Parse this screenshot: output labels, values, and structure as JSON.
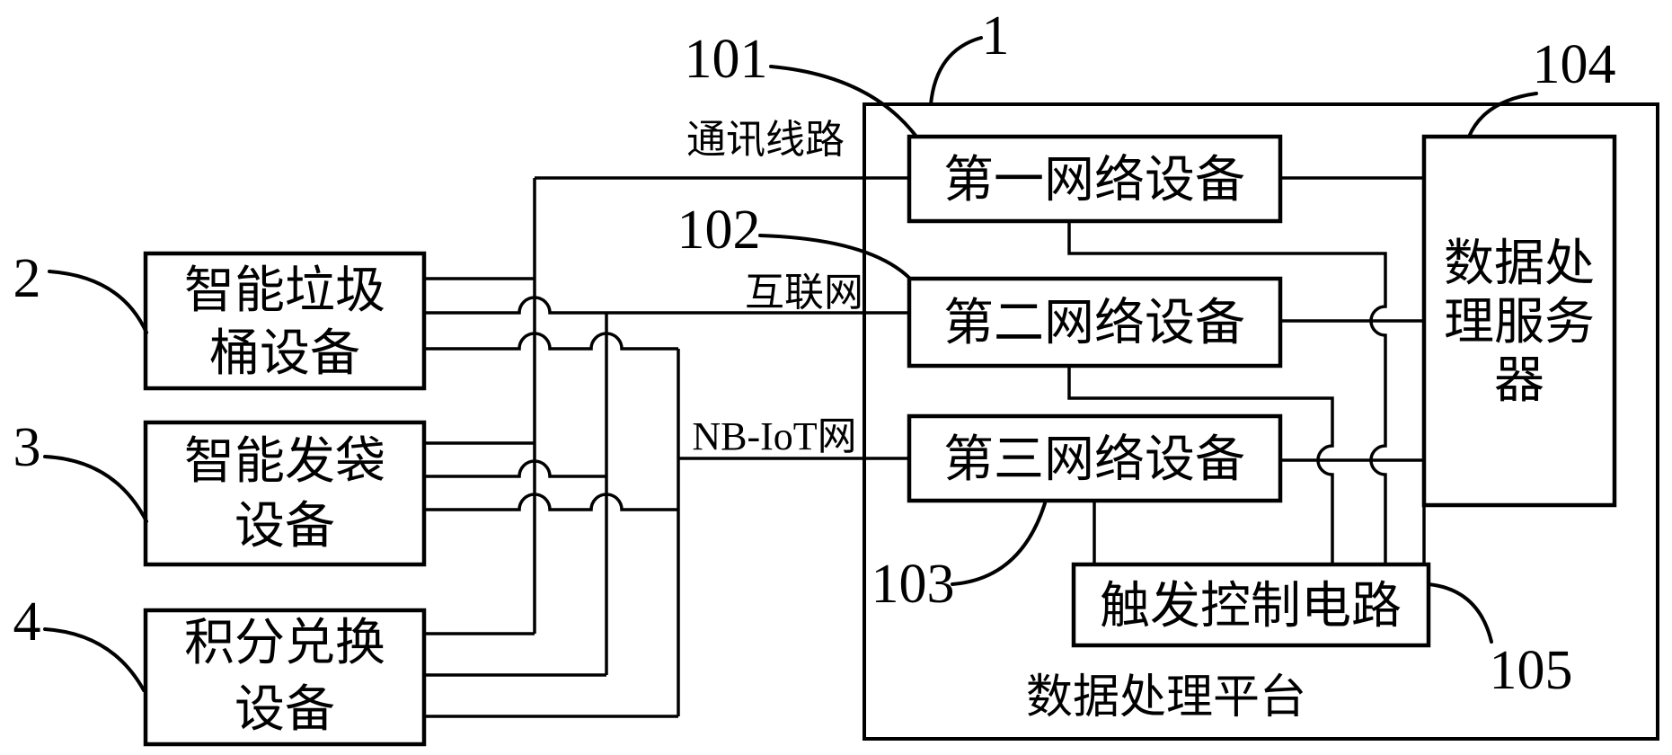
{
  "figure": {
    "ink": "#000000",
    "background": "#ffffff"
  },
  "platform": {
    "ref": "1",
    "label": "数据处理平台"
  },
  "left_devices": [
    {
      "ref": "2",
      "line1": "智能垃圾",
      "line2": "桶设备"
    },
    {
      "ref": "3",
      "line1": "智能发袋",
      "line2": "设备"
    },
    {
      "ref": "4",
      "line1": "积分兑换",
      "line2": "设备"
    }
  ],
  "network_labels": {
    "comm": "通讯线路",
    "internet": "互联网",
    "nbiot": "NB-IoT网"
  },
  "network_devices": [
    {
      "ref": "101",
      "label": "第一网络设备"
    },
    {
      "ref": "102",
      "label": "第二网络设备"
    },
    {
      "ref": "103",
      "label": "第三网络设备"
    }
  ],
  "server": {
    "ref": "104",
    "line1": "数据处",
    "line2": "理服务",
    "line3": "器"
  },
  "trigger": {
    "ref": "105",
    "label": "触发控制电路"
  }
}
